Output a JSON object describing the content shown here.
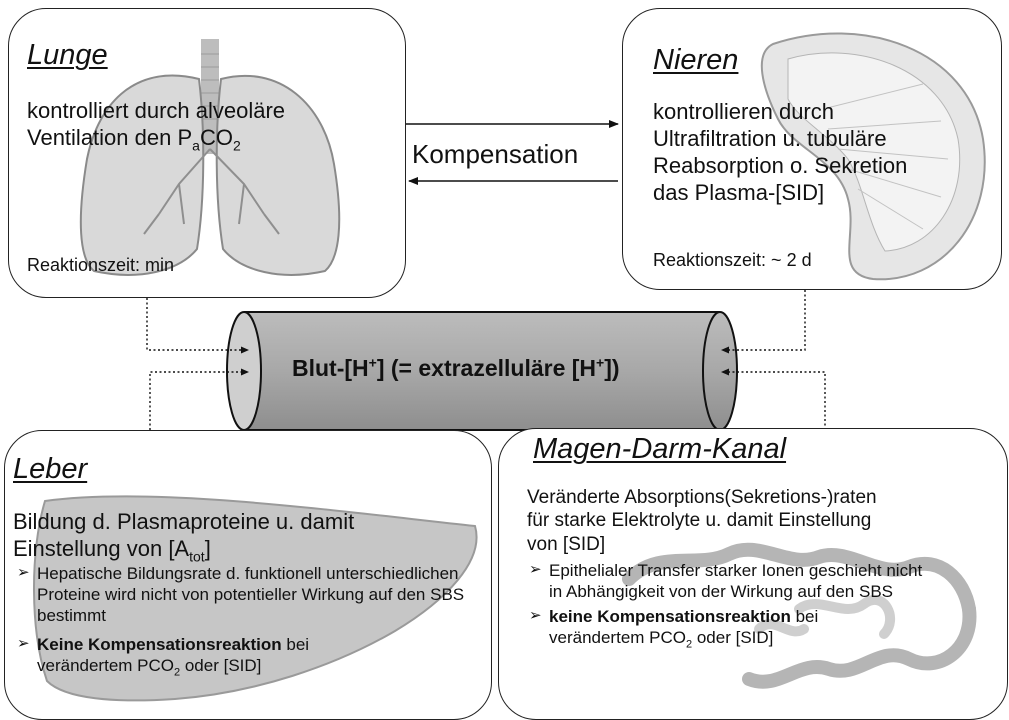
{
  "lunge": {
    "title": "Lunge",
    "line1": "kontrolliert durch alveoläre",
    "line2_pre": "Ventilation den P",
    "line2_sub1": "a",
    "line2_mid": "CO",
    "line2_sub2": "2",
    "reaction": "Reaktionszeit:  min"
  },
  "nieren": {
    "title": "Nieren",
    "lines": [
      "kontrollieren durch",
      "Ultrafiltration u. tubuläre",
      "Reabsorption o. Sekretion",
      "das Plasma-[SID]"
    ],
    "reaction": "Reaktionszeit:  ~ 2 d"
  },
  "kompensation": "Kompensation",
  "blood": {
    "pre": "Blut-[H",
    "sup1": "+",
    "mid": "] (= extrazelluläre [H",
    "sup2": "+",
    "post": "])"
  },
  "leber": {
    "title": "Leber",
    "line1": "Bildung d. Plasmaproteine u. damit",
    "line2_pre": "Einstellung von [A",
    "line2_sub": "tot",
    "line2_post": "]",
    "bullet1": "Hepatische Bildungsrate d. funktionell unterschiedlichen Proteine wird nicht von potentieller Wirkung auf den SBS bestimmt",
    "bullet2_bold": "Keine Kompensationsreaktion",
    "bullet2_rest": " bei",
    "bullet2_line2_pre": "verändertem PCO",
    "bullet2_sub": "2",
    "bullet2_line2_post": " oder [SID]"
  },
  "magen": {
    "title": "Magen-Darm-Kanal",
    "lines": [
      "Veränderte Absorptions(Sekretions-)raten",
      "für starke Elektrolyte u. damit Einstellung",
      "von [SID]"
    ],
    "bullet1": "Epithelialer Transfer starker Ionen geschieht nicht in Abhängigkeit von der Wirkung auf den SBS",
    "bullet2_bold": "keine Kompensationsreaktion",
    "bullet2_rest": " bei",
    "bullet2_line2_pre": "verändertem  PCO",
    "bullet2_sub": "2",
    "bullet2_line2_post": " oder [SID]"
  }
}
